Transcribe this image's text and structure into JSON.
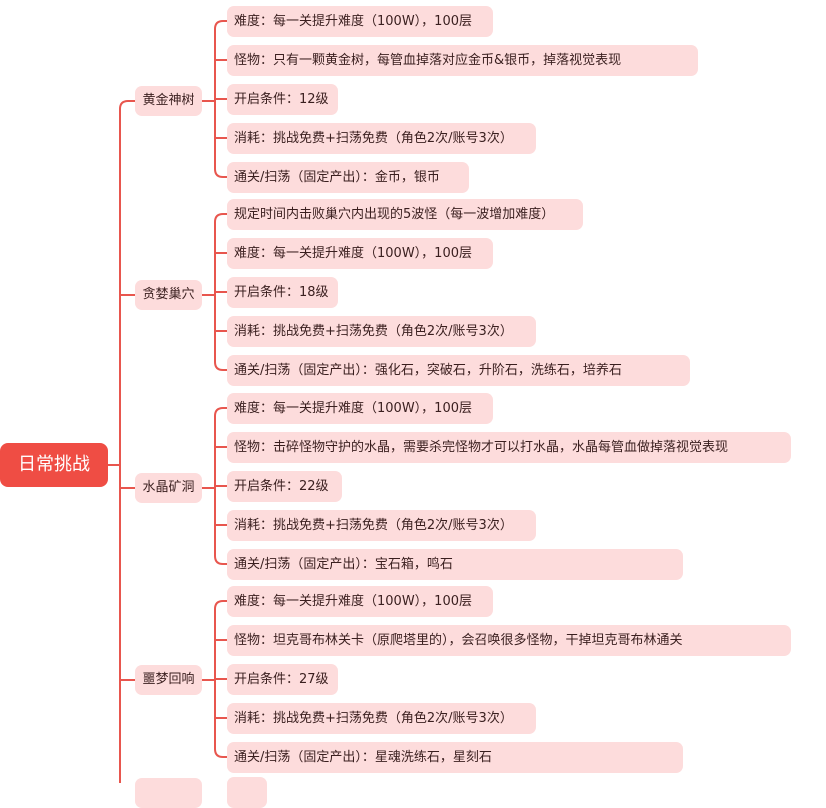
{
  "root_label": "日常挑战",
  "branches": [
    {
      "label": "黄金神树",
      "leaves": [
        "难度：每一关提升难度（100W），100层",
        "怪物：只有一颗黄金树，每管血掉落对应金币&银币，掉落视觉表现",
        "开启条件：12级",
        "消耗：挑战免费+扫荡免费（角色2次/账号3次）",
        "通关/扫荡（固定产出）：金币，银币"
      ]
    },
    {
      "label": "贪婪巢穴",
      "leaves": [
        "规定时间内击败巢穴内出现的5波怪（每一波增加难度）",
        "难度：每一关提升难度（100W），100层",
        "开启条件：18级",
        "消耗：挑战免费+扫荡免费（角色2次/账号3次）",
        "通关/扫荡（固定产出）：强化石，突破石，升阶石，洗练石，培养石"
      ]
    },
    {
      "label": "水晶矿洞",
      "leaves": [
        "难度：每一关提升难度（100W），100层",
        "怪物：击碎怪物守护的水晶，需要杀完怪物才可以打水晶，水晶每管血做掉落视觉表现",
        "开启条件：22级",
        "消耗：挑战免费+扫荡免费（角色2次/账号3次）",
        "通关/扫荡（固定产出）：宝石箱，鸣石"
      ]
    },
    {
      "label": "噩梦回响",
      "leaves": [
        "难度：每一关提升难度（100W），100层",
        "怪物：坦克哥布林关卡（原爬塔里的），会召唤很多怪物，干掉坦克哥布林通关",
        "开启条件：27级",
        "消耗：挑战免费+扫荡免费（角色2次/账号3次）",
        "通关/扫荡（固定产出）：星魂洗练石，星刻石"
      ]
    }
  ],
  "colors": {
    "root": "#ef4d44",
    "node": "#fddcdc",
    "line": "#e8564e",
    "text": "#3a1f1f"
  }
}
